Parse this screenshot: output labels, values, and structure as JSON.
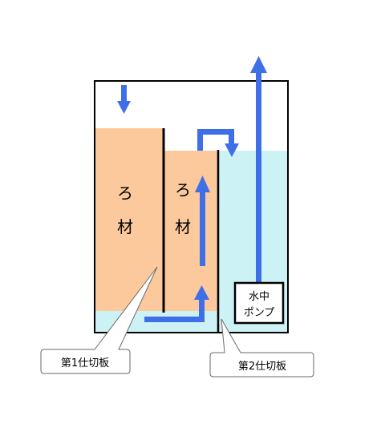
{
  "labels": {
    "media_left_1": "ろ",
    "media_left_2": "材",
    "media_right_1": "ろ",
    "media_right_2": "材",
    "pump_line1": "水中",
    "pump_line2": "ポンプ",
    "callout_partition1": "第1仕切板",
    "callout_partition2": "第2仕切板"
  },
  "colors": {
    "media": "#fbc99b",
    "water": "#cdf2f5",
    "arrow": "#3f6fe8",
    "outline": "#000000",
    "callout_fill": "#ffffff"
  },
  "icons": {
    "inflow": "arrow-down-icon",
    "overflow": "arrow-bend-right-down-icon",
    "upflow": "arrow-up-icon",
    "bottom_flow": "arrow-right-up-icon",
    "pump_outflow": "arrow-up-icon"
  }
}
